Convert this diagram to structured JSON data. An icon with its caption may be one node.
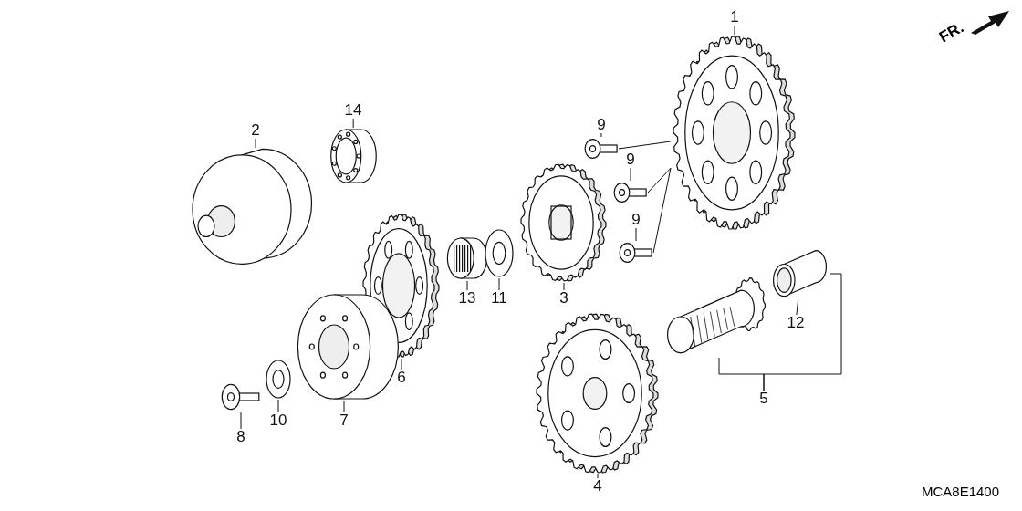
{
  "diagram": {
    "nodes": [
      {
        "text": [
          "1"
        ]
      },
      {
        "text": [
          "9"
        ]
      },
      {
        "text": [
          "9"
        ]
      },
      {
        "text": [
          "9"
        ]
      },
      {
        "text": [
          "2"
        ]
      },
      {
        "text": [
          "14"
        ]
      },
      {
        "text": [
          "13"
        ]
      },
      {
        "text": [
          "11"
        ]
      },
      {
        "text": [
          "3"
        ]
      },
      {
        "text": [
          "12"
        ]
      },
      {
        "text": [
          "6"
        ]
      },
      {
        "text": [
          "5"
        ]
      },
      {
        "text": [
          "7"
        ]
      },
      {
        "text": [
          "10"
        ]
      },
      {
        "text": [
          "8"
        ]
      },
      {
        "text": [
          "4"
        ]
      },
      {
        "text": [],
        "shape": "picture"
      },
      {
        "text": [],
        "shape": "picture"
      },
      {
        "text": [],
        "shape": "picture"
      },
      {
        "text": [],
        "shape": "picture"
      },
      {
        "text": [],
        "shape": "picture"
      },
      {
        "text": [],
        "shape": "picture"
      },
      {
        "text": [],
        "shape": "picture"
      },
      {
        "text": [],
        "shape": "picture"
      },
      {
        "text": [],
        "shape": "picture"
      },
      {
        "text": [],
        "shape": "picture"
      },
      {
        "text": [],
        "shape": "picture"
      },
      {
        "text": [],
        "shape": "picture"
      },
      {
        "text": [],
        "shape": "picture"
      },
      {
        "text": [],
        "shape": "picture"
      },
      {
        "text": [],
        "shape": "picture"
      },
      {
        "text": [],
        "shape": "picture"
      }
    ],
    "edges": [
      {
        "from": 0,
        "to": 16,
        "arrow": "none"
      },
      {
        "from": 1,
        "to": 17,
        "arrow": "none"
      },
      {
        "from": 2,
        "to": 18,
        "arrow": "none"
      },
      {
        "from": 3,
        "to": 19,
        "arrow": "none"
      },
      {
        "from": 17,
        "to": 16,
        "arrow": "none"
      },
      {
        "from": 18,
        "to": 16,
        "arrow": "none"
      },
      {
        "from": 19,
        "to": 16,
        "arrow": "none"
      },
      {
        "from": 4,
        "to": 20,
        "arrow": "none"
      },
      {
        "from": 5,
        "to": 21,
        "arrow": "none"
      },
      {
        "from": 6,
        "to": 22,
        "arrow": "none"
      },
      {
        "from": 7,
        "to": 23,
        "arrow": "none"
      },
      {
        "from": 8,
        "to": 24,
        "arrow": "none"
      },
      {
        "from": 9,
        "to": 25,
        "arrow": "none"
      },
      {
        "from": 10,
        "to": 26,
        "arrow": "none"
      },
      {
        "from": 11,
        "to": 27,
        "arrow": "none"
      },
      {
        "from": 11,
        "to": 25,
        "arrow": "none"
      },
      {
        "from": 12,
        "to": 28,
        "arrow": "none"
      },
      {
        "from": 13,
        "to": 29,
        "arrow": "none"
      },
      {
        "from": 14,
        "to": 30,
        "arrow": "none"
      },
      {
        "from": 15,
        "to": 31,
        "arrow": "none"
      }
    ],
    "labels": [
      "FR.",
      "MCA8E1400"
    ]
  }
}
